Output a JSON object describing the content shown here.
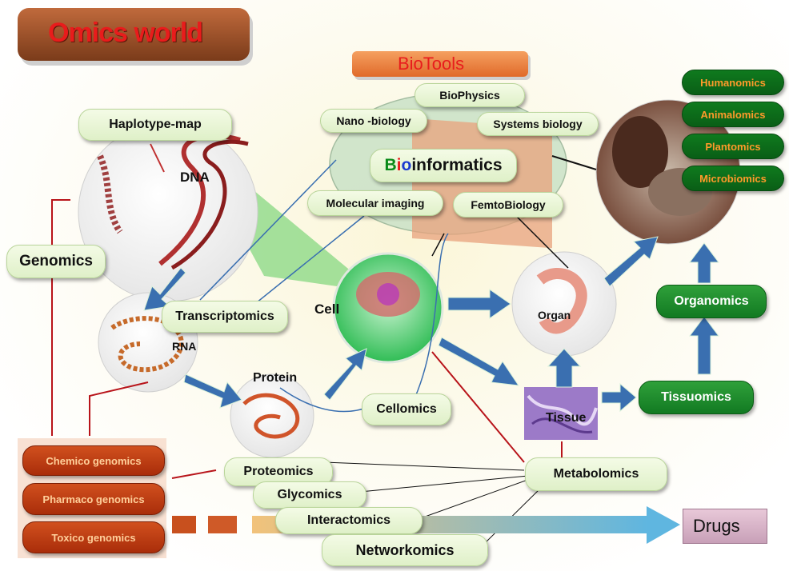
{
  "header": {
    "title": "Omics world"
  },
  "biotools": {
    "title": "BioTools",
    "items": [
      "BioPhysics",
      "Nano -biology",
      "Systems biology",
      "Molecular imaging",
      "FemtoBiology"
    ],
    "bioinformatics_b": "B",
    "bioinformatics_i": "i",
    "bioinformatics_o": "o",
    "bioinformatics_rest": "informatics"
  },
  "haplotype": "Haplotype-map",
  "dna": "DNA",
  "genomics": "Genomics",
  "transcriptomics": "Transcriptomics",
  "rna": "RNA",
  "cell": "Cell",
  "protein": "Protein",
  "cellomics": "Cellomics",
  "organ": "Organ",
  "tissue": "Tissue",
  "tissuomics": "Tissuomics",
  "organomics": "Organomics",
  "metabolomics": "Metabolomics",
  "organisms": [
    "Humanomics",
    "Animalomics",
    "Plantomics",
    "Microbiomics"
  ],
  "genomics_sub": [
    "Chemico genomics",
    "Pharmaco genomics",
    "Toxico genomics"
  ],
  "proteomics": "Proteomics",
  "glycomics": "Glycomics",
  "interactomics": "Interactomics",
  "networkomics": "Networkomics",
  "drugs": "Drugs",
  "colors": {
    "title_red": "#e81c1c",
    "orange": "#ff9a2a",
    "green": "#127a22",
    "arrow_blue": "#3a6fb0"
  }
}
